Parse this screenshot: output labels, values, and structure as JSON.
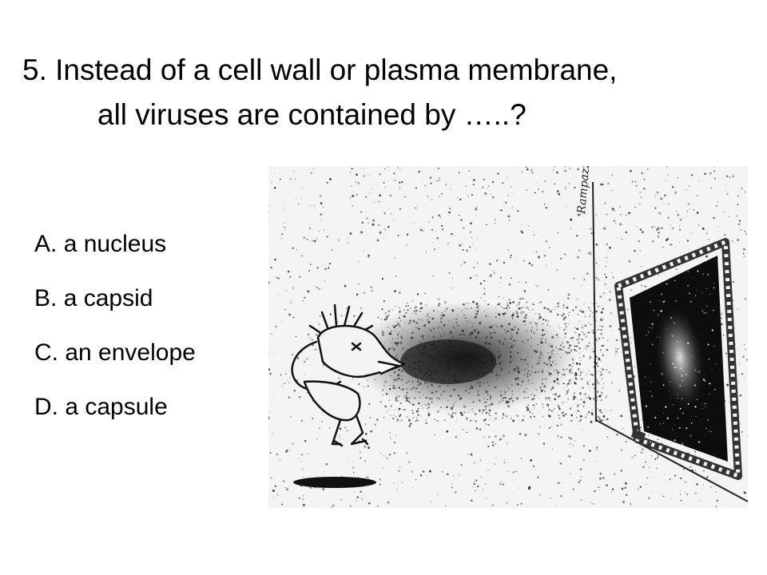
{
  "question": {
    "line1": "5.  Instead of a cell wall or plasma membrane,",
    "line2": "all viruses are contained by …..?"
  },
  "options": [
    {
      "letter": "A.",
      "text": "a nucleus"
    },
    {
      "letter": "B.",
      "text": "a capsid"
    },
    {
      "letter": "C.",
      "text": "an envelope"
    },
    {
      "letter": "D.",
      "text": "a capsule"
    }
  ],
  "illustration": {
    "signature": "Rampazzo",
    "colors": {
      "ink": "#111111",
      "paper": "#f4f4f4"
    }
  }
}
